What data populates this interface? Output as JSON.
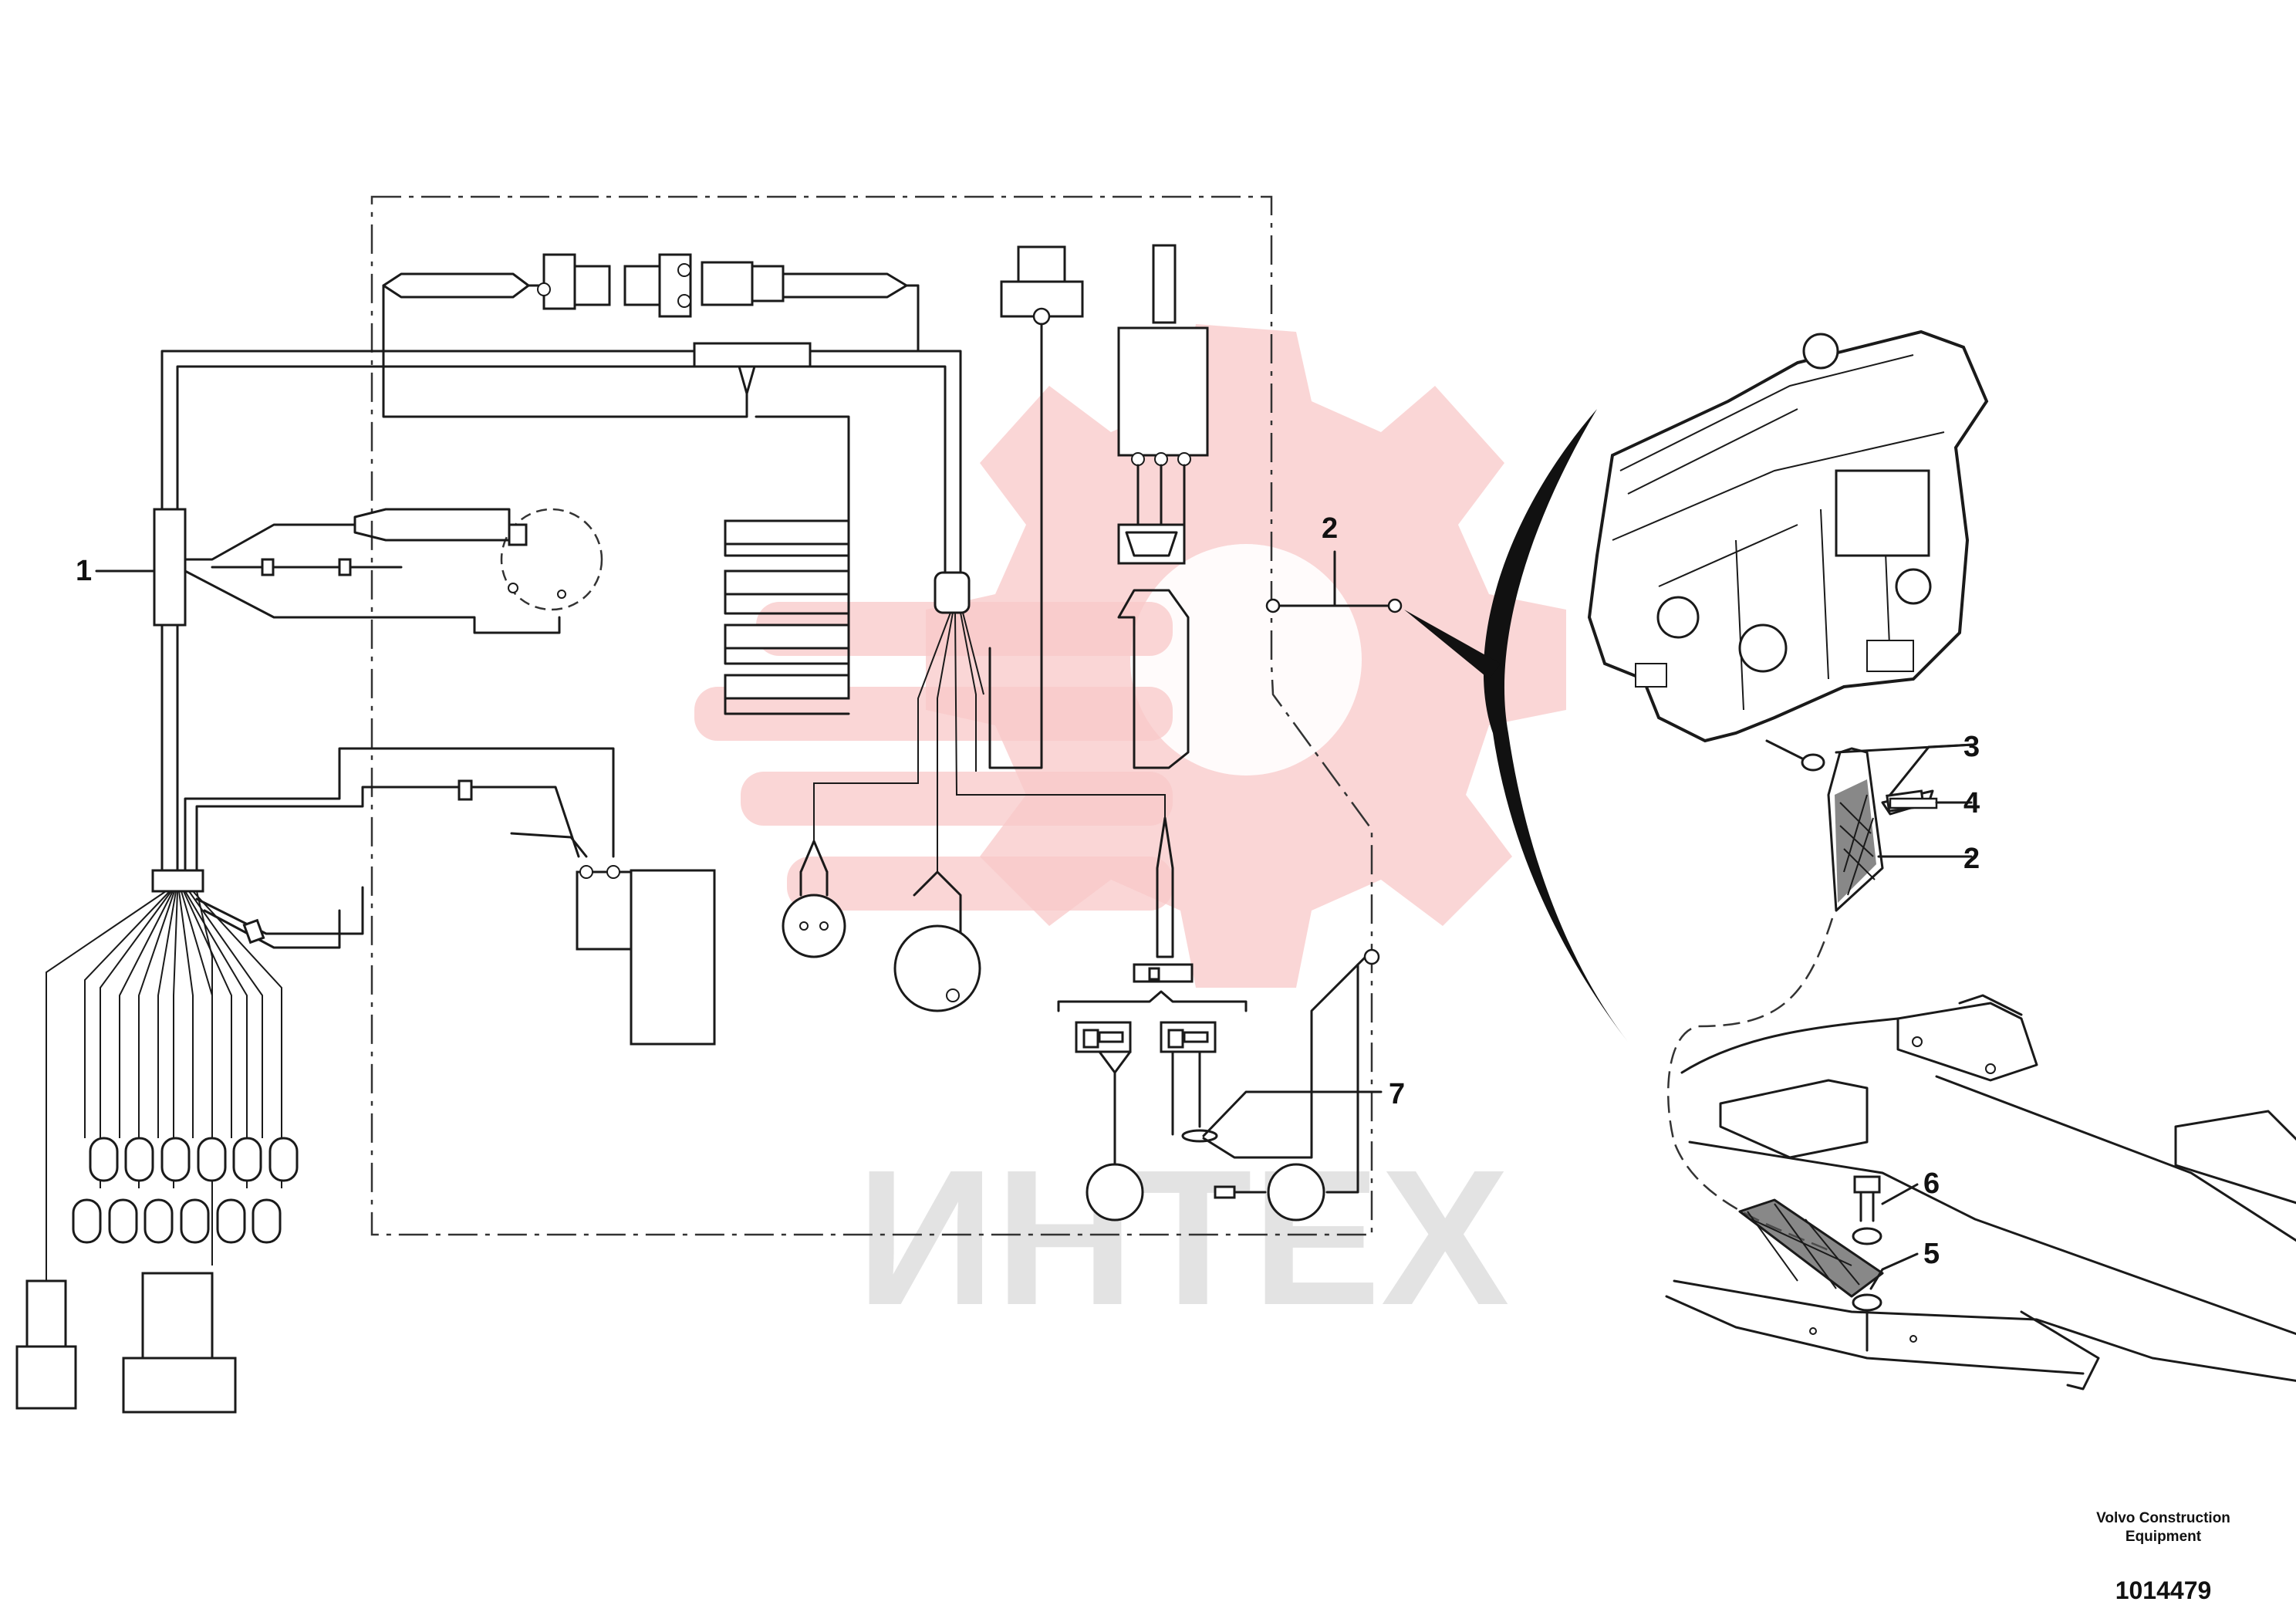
{
  "watermark": {
    "text": "ИНТЕХ",
    "color": "#f4a6a6"
  },
  "callouts": [
    {
      "id": "1",
      "label": "1"
    },
    {
      "id": "2-top",
      "label": "2"
    },
    {
      "id": "3",
      "label": "3"
    },
    {
      "id": "4",
      "label": "4"
    },
    {
      "id": "2-strap",
      "label": "2"
    },
    {
      "id": "7",
      "label": "7"
    },
    {
      "id": "6",
      "label": "6"
    },
    {
      "id": "5",
      "label": "5"
    }
  ],
  "footer": {
    "brand_line1": "Volvo Construction",
    "brand_line2": "Equipment",
    "doc_number": "1014479"
  }
}
